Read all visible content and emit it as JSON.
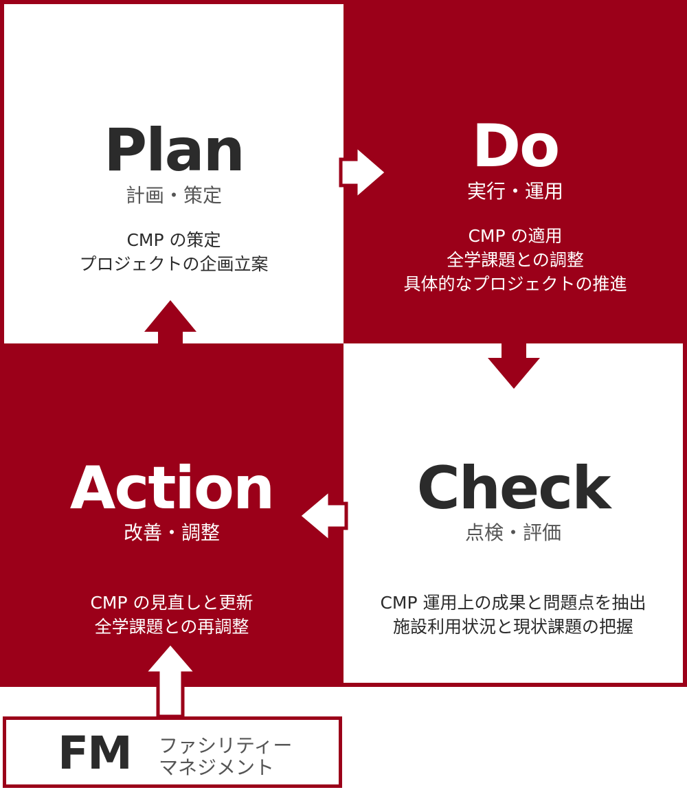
{
  "colors": {
    "accent": "#9b0019",
    "text_dark": "#2b2b2b",
    "white": "#ffffff"
  },
  "plan": {
    "title": "Plan",
    "subtitle": "計画・策定",
    "lines": [
      "CMP の策定",
      "プロジェクトの企画立案"
    ]
  },
  "do": {
    "title": "Do",
    "subtitle": "実行・運用",
    "lines": [
      "CMP の適用",
      "全学課題との調整",
      "具体的なプロジェクトの推進"
    ]
  },
  "check": {
    "title": "Check",
    "subtitle": "点検・評価",
    "lines": [
      "CMP 運用上の成果と問題点を抽出",
      "施設利用状況と現状課題の把握"
    ]
  },
  "action": {
    "title": "Action",
    "subtitle": "改善・調整",
    "lines": [
      "CMP の見直しと更新",
      "全学課題との再調整"
    ]
  },
  "fm": {
    "title": "FM",
    "subtitle_lines": [
      "ファシリティー",
      "マネジメント"
    ]
  },
  "arrows": [
    "plan-to-do",
    "do-to-check",
    "check-to-action",
    "action-to-plan",
    "fm-to-action"
  ]
}
